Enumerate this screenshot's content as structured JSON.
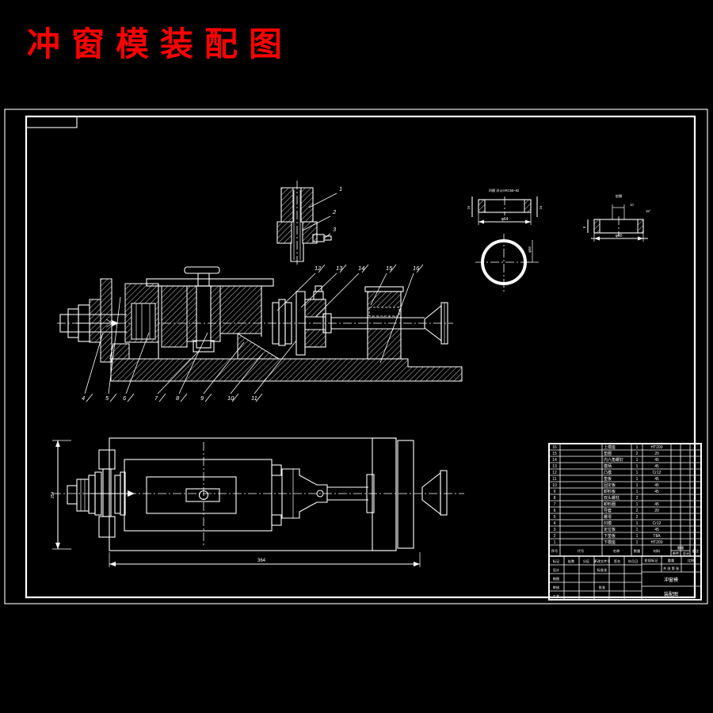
{
  "title": {
    "text": "冲窗模装配图",
    "color": "#ff0000"
  },
  "balloons": {
    "top": [
      "12",
      "13",
      "14",
      "15",
      "16"
    ],
    "bottom": [
      "4",
      "5",
      "6",
      "7",
      "8",
      "9",
      "10",
      "11"
    ],
    "detail": [
      "1",
      "2",
      "3"
    ]
  },
  "details": {
    "detail1": {
      "title": "凹模 淬火HRC58~62",
      "dim_left": "16",
      "dim_right": "16",
      "dim_bottom": "φ64",
      "dim_circle": "φ58"
    },
    "detail2": {
      "title": "垫圈",
      "dim_top": "10",
      "dim_angle": "15°",
      "dim_left": "8",
      "dim_bottom": "φ60"
    }
  },
  "plan": {
    "dim_width": "364",
    "dim_height": "254"
  },
  "bom": {
    "headers": {
      "no": "序号",
      "code": "代号",
      "name": "名称",
      "qty": "数量",
      "material": "材料",
      "weight": "重量",
      "unit": "单件",
      "total": "总计",
      "remark": "备注"
    },
    "rows": [
      {
        "no": "16",
        "name": "上模座",
        "qty": "1",
        "material": "HT200"
      },
      {
        "no": "15",
        "name": "垫圈",
        "qty": "2",
        "material": "20"
      },
      {
        "no": "14",
        "name": "内六角螺钉",
        "qty": "1",
        "material": "45"
      },
      {
        "no": "13",
        "name": "模柄",
        "qty": "1",
        "material": "45"
      },
      {
        "no": "12",
        "name": "凸模",
        "qty": "1",
        "material": "Cr12"
      },
      {
        "no": "11",
        "name": "垫板",
        "qty": "1",
        "material": "45"
      },
      {
        "no": "10",
        "name": "固定板",
        "qty": "1",
        "material": "45"
      },
      {
        "no": "9",
        "name": "卸料板",
        "qty": "1",
        "material": "45"
      },
      {
        "no": "8",
        "name": "双头螺柱",
        "qty": "2",
        "material": ""
      },
      {
        "no": "7",
        "name": "卸料圈",
        "qty": "1",
        "material": "45"
      },
      {
        "no": "6",
        "name": "导套",
        "qty": "2",
        "material": "20"
      },
      {
        "no": "5",
        "name": "螺母",
        "qty": "2",
        "material": ""
      },
      {
        "no": "4",
        "name": "凹模",
        "qty": "1",
        "material": "Cr12"
      },
      {
        "no": "3",
        "name": "定位板",
        "qty": "1",
        "material": "45"
      },
      {
        "no": "2",
        "name": "下垫板",
        "qty": "1",
        "material": "T8A"
      },
      {
        "no": "1",
        "name": "下模座",
        "qty": "1",
        "material": "HT200"
      }
    ]
  },
  "title_block": {
    "row1": [
      "标记",
      "处数",
      "分区",
      "更改文件号",
      "签名",
      "年月日"
    ],
    "left": [
      "设计",
      "制图",
      "审核",
      "工艺"
    ],
    "mid": [
      "标准化",
      "批准"
    ],
    "stage": [
      "阶段标记",
      "重量",
      "比例"
    ],
    "sheet": "共 张 第 张",
    "name_top": "冲窗模",
    "name_bottom": "装配图"
  }
}
